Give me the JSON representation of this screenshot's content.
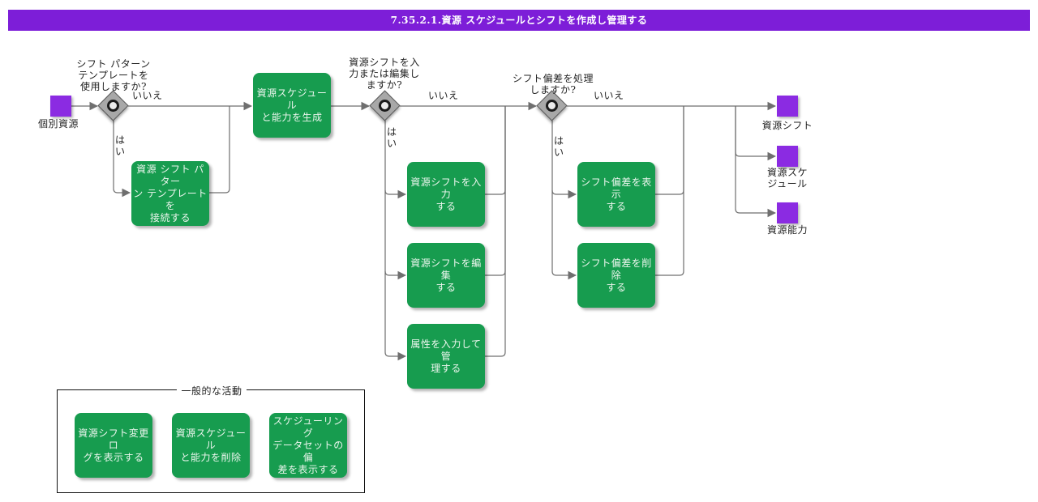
{
  "title": "7.35.2.1.資源 スケジュールとシフトを作成し管理する",
  "start": {
    "label": "個別資源"
  },
  "gateways": {
    "g1": {
      "question": "シフト パターン\nテンプレートを\n使用しますか?",
      "no_label": "いいえ",
      "yes_label": "は\nい"
    },
    "g2": {
      "question": "資源シフトを入\n力または編集し\nますか?",
      "no_label": "いいえ",
      "yes_label": "は\nい"
    },
    "g3": {
      "question": "シフト偏差を処理\nしますか?",
      "no_label": "いいえ",
      "yes_label": "は\nい"
    }
  },
  "activities": {
    "generate_schedule": "資源スケジュール\nと能力を生成",
    "attach_template": "資源 シフト パター\nン テンプレートを\n接続する",
    "enter_shifts": "資源シフトを入力\nする",
    "edit_shifts": "資源シフトを編集\nする",
    "manage_attributes": "属性を入力して管\n理する",
    "show_deviations": "シフト偏差を表示\nする",
    "delete_deviations": "シフト偏差を削除\nする"
  },
  "ends": {
    "resource_shift": "資源シフト",
    "resource_schedule": "資源スケ\nジュール",
    "resource_capacity": "資源能力"
  },
  "general": {
    "title": "一般的な活動",
    "items": [
      "資源シフト変更ロ\nグを表示する",
      "資源スケジュール\nと能力を削除",
      "スケジューリング\nデータセットの偏\n差を表示する"
    ]
  },
  "colors": {
    "title_bar": "#7d1ed8",
    "event_fill": "#8b2be2",
    "activity_fill": "#179c4f",
    "connector": "#6f6f6f",
    "gateway_fill": "#a8a8a8"
  }
}
